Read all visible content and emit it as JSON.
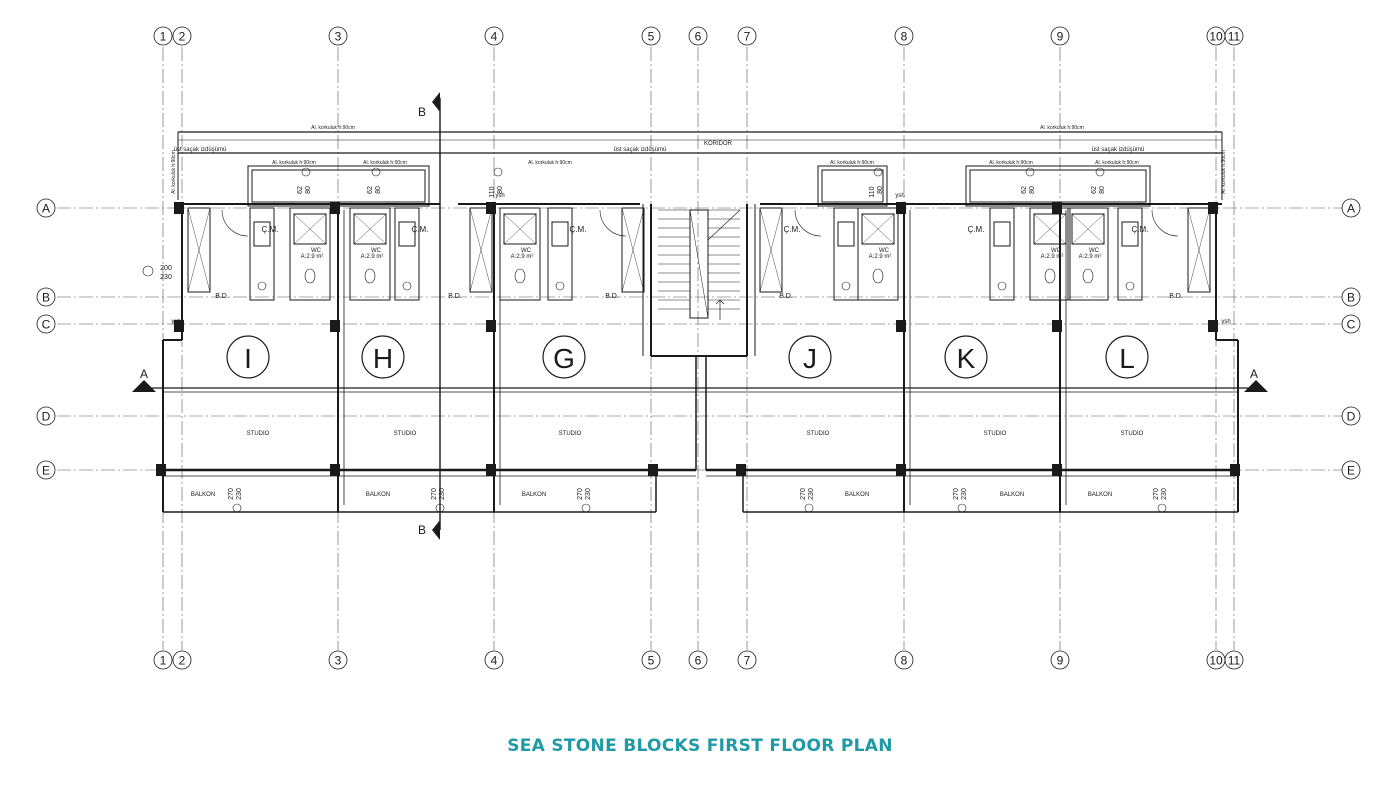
{
  "title": "SEA STONE BLOCKS FIRST FLOOR PLAN",
  "colors": {
    "accent": "#1f9aa6",
    "line": "#1a1a1a",
    "axis": "#555555"
  },
  "grid_columns": [
    "1",
    "2",
    "3",
    "4",
    "5",
    "6",
    "7",
    "8",
    "9",
    "10",
    "11"
  ],
  "grid_rows": [
    "A",
    "B",
    "C",
    "D",
    "E"
  ],
  "section_marks": [
    "A",
    "B"
  ],
  "labels": {
    "koridor": "KORIDOR",
    "eave_projection": "üst saçak izdüşümü",
    "railing": "Al. korkuluk h:90cm",
    "kitchen": "Ç.M.",
    "wc": "WC",
    "wc_area": "A:2.9 m²",
    "bd": "B.D.",
    "studio": "STUDIO",
    "balcony": "BALKON",
    "dim_top": "270",
    "dim_bottom": "230",
    "window_top": "62",
    "window_bottom": "80",
    "window_top_alt": "110",
    "level_top": "200",
    "level_bottom": "230",
    "ysh": "ysh"
  },
  "units": [
    "I",
    "H",
    "G",
    "J",
    "K",
    "L"
  ]
}
